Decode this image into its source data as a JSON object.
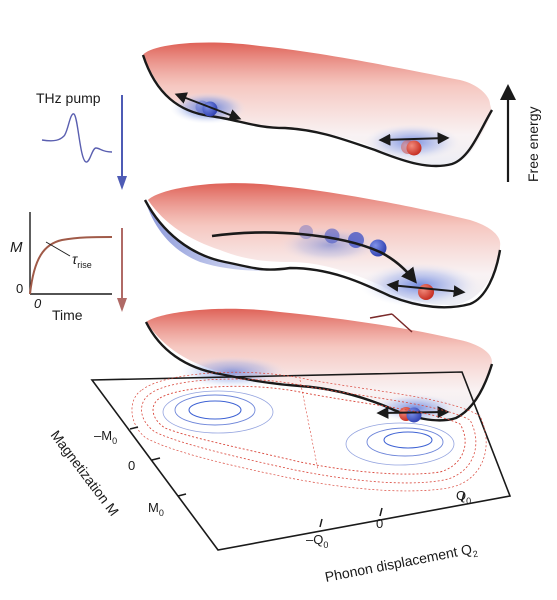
{
  "pump": {
    "label": "THz pump"
  },
  "energy_axis": {
    "label": "Free energy"
  },
  "inset": {
    "y_label": "M",
    "x_label": "Time",
    "y_zero": "0",
    "x_zero": "0",
    "tau_symbol": "τ",
    "tau_sub": "rise",
    "curve_color": "#a05a48"
  },
  "base_plane": {
    "x_axis_label": "Phonon displacement Q",
    "x_axis_sub": "2",
    "x_ticks": [
      {
        "main": "–Q",
        "sub": "0"
      },
      {
        "main": "0",
        "sub": ""
      },
      {
        "main": "Q",
        "sub": "0"
      }
    ],
    "y_axis_label": "Magnetization M",
    "y_ticks": [
      {
        "main": "–M",
        "sub": "0"
      },
      {
        "main": "0",
        "sub": ""
      },
      {
        "main": "M",
        "sub": "0"
      }
    ]
  },
  "colors": {
    "high_energy": "#d9463a",
    "low_energy": "#3f63d4",
    "pump_arrow": "#4e5bb5",
    "relax_arrow": "#b06a66",
    "red_ball": "#d33a2c",
    "blue_ball": "#3b4fc4"
  },
  "icons": [
    "thz-pulse-icon",
    "up-arrow-icon",
    "down-arrow-icon",
    "double-headed-arrow-icon"
  ]
}
